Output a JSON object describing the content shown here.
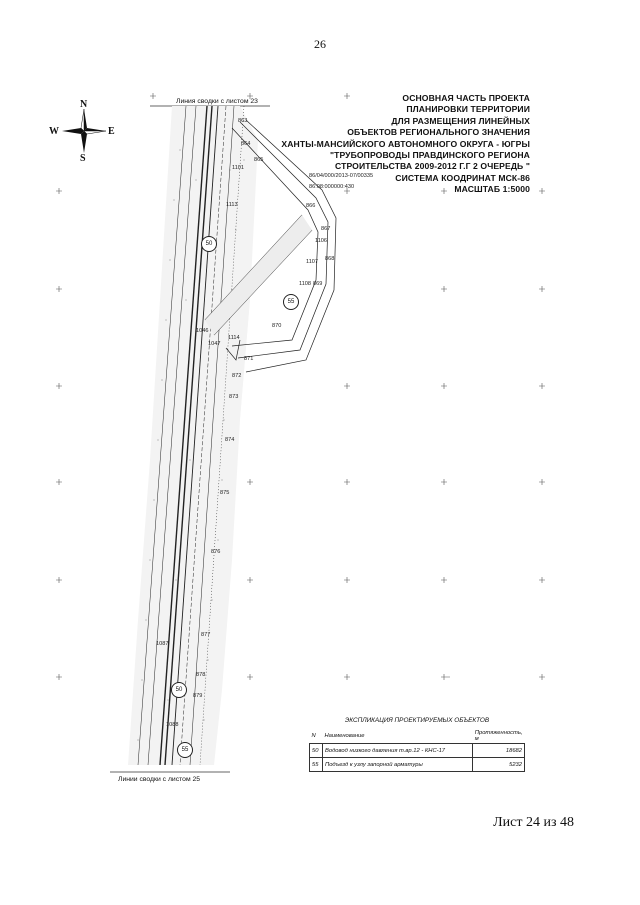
{
  "page_number": "26",
  "sheet_label": "Лист 24 из 48",
  "compass": {
    "n": "N",
    "s": "S",
    "w": "W",
    "e": "E"
  },
  "title_lines": [
    "ОСНОВНАЯ ЧАСТЬ ПРОЕКТА",
    "ПЛАНИРОВКИ ТЕРРИТОРИИ",
    "ДЛЯ РАЗМЕЩЕНИЯ ЛИНЕЙНЫХ",
    "ОБЪЕКТОВ РЕГИОНАЛЬНОГО ЗНАЧЕНИЯ",
    "ХАНТЫ-МАНСИЙСКОГО АВТОНОМНОГО ОКРУГА - ЮГРЫ",
    "\"ТРУБОПРОВОДЫ ПРАВДИНСКОГО РЕГИОНА",
    "СТРОИТЕЛЬСТВА 2009-2012 Г.Г 2 ОЧЕРЕДЬ \"",
    "СИСТЕМА КООДРИНАТ МСК-86",
    "МАСШТАБ 1:5000"
  ],
  "match_line_top": "Линия сводки с листом 23",
  "match_line_bottom": "Линии сводки с листом 25",
  "cadastral_1": "86/04/000/2013-07/00335",
  "cadastral_2": "86:08:000000:430",
  "route_labels": {
    "r50a": "50",
    "r55a": "55",
    "r50b": "50",
    "r55b": "55"
  },
  "points": [
    "863",
    "864",
    "865",
    "1101",
    "1113",
    "866",
    "867",
    "1106",
    "1107",
    "868",
    "1108",
    "869",
    "870",
    "1046",
    "1047",
    "1114",
    "871",
    "872",
    "873",
    "874",
    "875",
    "876",
    "877",
    "878",
    "879",
    "1087",
    "1088"
  ],
  "legend": {
    "caption": "ЭКСПЛИКАЦИЯ ПРОЕКТИРУЕМЫХ ОБЪЕКТОВ",
    "headers": {
      "num": "N",
      "name": "Наименование",
      "length": "Протяженность, м"
    },
    "rows": [
      {
        "num": "50",
        "name": "Водовод низкого давления т.вр.12 - КНС-17",
        "length": "18682"
      },
      {
        "num": "55",
        "name": "Подъезд к узлу запорной арматуры",
        "length": "5232"
      }
    ]
  }
}
